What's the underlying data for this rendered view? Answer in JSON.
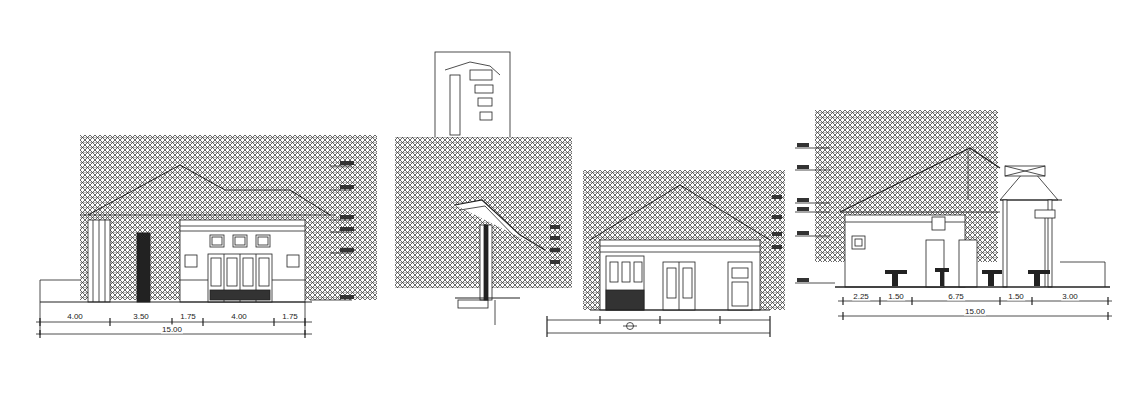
{
  "diagram": {
    "labels": [
      "4.00",
      "3.50",
      "1.75",
      "4.00",
      "1.75",
      "15.00",
      "2.25",
      "1.50",
      "6.75",
      "1.50",
      "3.00",
      "15.00"
    ]
  }
}
